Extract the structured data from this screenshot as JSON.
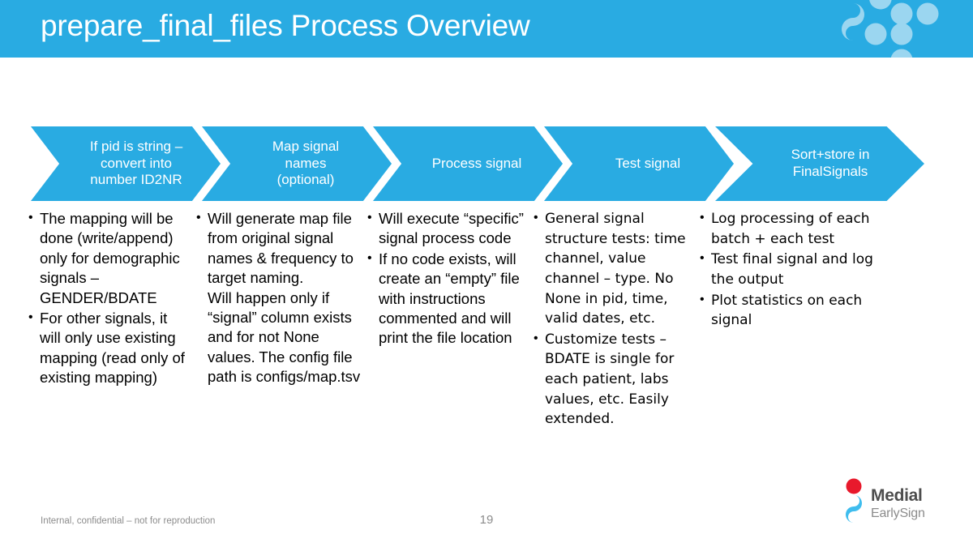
{
  "slide": {
    "title": "prepare_final_files Process Overview",
    "page_number": "19",
    "footer_note": "Internal, confidential – not for reproduction",
    "accent_color": "#29ABE2",
    "header_dot_color": "#9BD6F0",
    "text_color": "#000000",
    "footer_color": "#8C8C8C"
  },
  "process": {
    "steps": [
      {
        "label": "If pid is string –\nconvert into\nnumber ID2NR"
      },
      {
        "label": "Map signal\nnames\n(optional)"
      },
      {
        "label": "Process signal"
      },
      {
        "label": "Test signal"
      },
      {
        "label": "Sort+store in\nFinalSignals"
      }
    ]
  },
  "columns": [
    {
      "bullets": [
        "The mapping will be done (write/append) only for demographic signals – GENDER/BDATE",
        "For other signals, it will only use existing mapping (read only of existing mapping)"
      ]
    },
    {
      "bullets": [
        "Will generate map file from original signal names & frequency to target naming.\nWill happen only if “signal” column exists and for not None values. The config file path is configs/map.tsv"
      ]
    },
    {
      "bullets": [
        "Will execute “specific” signal process code",
        "If no code exists, will create an “empty” file with instructions commented and will print the file location"
      ]
    },
    {
      "bullets": [
        "General signal structure tests: time channel, value channel – type.  No None in pid, time, valid dates, etc.",
        "Customize tests – BDATE is single for each patient, labs values, etc. Easily extended."
      ]
    },
    {
      "bullets": [
        "Log processing of each batch + each test",
        "Test final signal and log the output",
        "Plot statistics on each signal"
      ]
    }
  ],
  "logo": {
    "main": "Medial",
    "sub": "EarlySign",
    "dot_top_color": "#E8192C",
    "dot_body_color": "#3FBDEE"
  }
}
